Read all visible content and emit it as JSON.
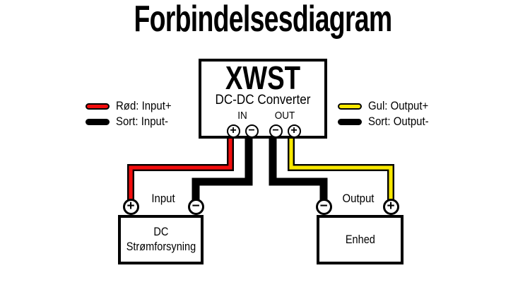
{
  "title": "Forbindelsesdiagram",
  "colors": {
    "red": "#f20d0d",
    "yellow": "#f8e800",
    "black": "#000000"
  },
  "converter": {
    "name": "XWST",
    "subtitle": "DC-DC Converter",
    "in_label": "IN",
    "out_label": "OUT",
    "terminals": [
      "+",
      "−",
      "−",
      "+"
    ]
  },
  "legend": {
    "left": [
      {
        "color_key": "red",
        "label": "Rød: Input+"
      },
      {
        "color_key": "black",
        "label": "Sort: Input-"
      }
    ],
    "right": [
      {
        "color_key": "yellow",
        "label": "Gul: Output+"
      },
      {
        "color_key": "black",
        "label": "Sort: Output-"
      }
    ]
  },
  "input": {
    "label": "Input",
    "terminals": [
      "+",
      "−"
    ],
    "device_line1": "DC",
    "device_line2": "Strømforsyning"
  },
  "output": {
    "label": "Output",
    "terminals": [
      "−",
      "+"
    ],
    "device": "Enhed"
  }
}
